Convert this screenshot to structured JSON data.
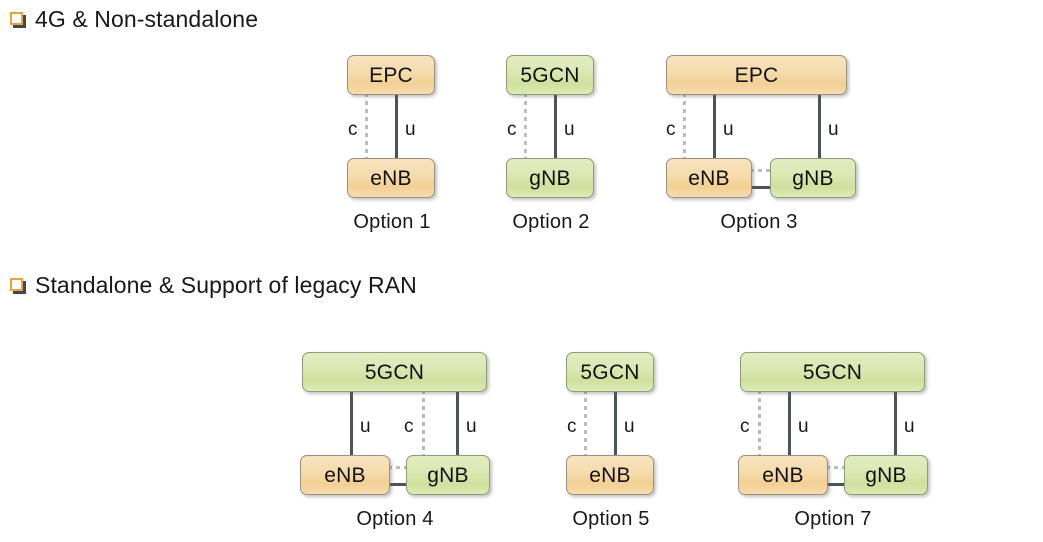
{
  "sections": [
    {
      "id": "sec-4g",
      "bullet_icon": "hollow-square-bullet-icon",
      "heading": "4G & Non-standalone"
    },
    {
      "id": "sec-sa",
      "bullet_icon": "hollow-square-bullet-icon",
      "heading": "Standalone & Support of legacy RAN"
    }
  ],
  "colors": {
    "core_4g_fill": "#f4d69f",
    "core_5g_fill": "#d7e5a8",
    "ran_4g_fill": "#f4d69f",
    "ran_5g_fill": "#d7e5a8",
    "control_plane_line": "#b9bcbe",
    "user_plane_line": "#4d5358",
    "bullet_accent": "#e8a33d",
    "text": "#17181a"
  },
  "legend": {
    "control_plane_symbol": "c",
    "user_plane_symbol": "u"
  },
  "options": [
    {
      "id": "option-1",
      "caption": "Option 1",
      "core": {
        "label": "EPC",
        "kind": "tan"
      },
      "ran": [
        {
          "label": "eNB",
          "kind": "tan"
        }
      ],
      "links": [
        {
          "from": "EPC",
          "to": "eNB",
          "plane": "c",
          "style": "dashed"
        },
        {
          "from": "EPC",
          "to": "eNB",
          "plane": "u",
          "style": "solid"
        }
      ]
    },
    {
      "id": "option-2",
      "caption": "Option 2",
      "core": {
        "label": "5GCN",
        "kind": "green"
      },
      "ran": [
        {
          "label": "gNB",
          "kind": "green"
        }
      ],
      "links": [
        {
          "from": "5GCN",
          "to": "gNB",
          "plane": "c",
          "style": "dashed"
        },
        {
          "from": "5GCN",
          "to": "gNB",
          "plane": "u",
          "style": "solid"
        }
      ]
    },
    {
      "id": "option-3",
      "caption": "Option 3",
      "core": {
        "label": "EPC",
        "kind": "tan"
      },
      "ran": [
        {
          "label": "eNB",
          "kind": "tan"
        },
        {
          "label": "gNB",
          "kind": "green"
        }
      ],
      "links": [
        {
          "from": "EPC",
          "to": "eNB",
          "plane": "c",
          "style": "dashed"
        },
        {
          "from": "EPC",
          "to": "eNB",
          "plane": "u",
          "style": "solid"
        },
        {
          "from": "EPC",
          "to": "gNB",
          "plane": "u",
          "style": "solid"
        },
        {
          "from": "eNB",
          "to": "gNB",
          "plane": "c",
          "style": "dashed"
        },
        {
          "from": "eNB",
          "to": "gNB",
          "plane": "u",
          "style": "solid"
        }
      ]
    },
    {
      "id": "option-4",
      "caption": "Option 4",
      "core": {
        "label": "5GCN",
        "kind": "green"
      },
      "ran": [
        {
          "label": "eNB",
          "kind": "tan"
        },
        {
          "label": "gNB",
          "kind": "green"
        }
      ],
      "links": [
        {
          "from": "5GCN",
          "to": "eNB",
          "plane": "u",
          "style": "solid"
        },
        {
          "from": "5GCN",
          "to": "gNB",
          "plane": "c",
          "style": "dashed"
        },
        {
          "from": "5GCN",
          "to": "gNB",
          "plane": "u",
          "style": "solid"
        },
        {
          "from": "eNB",
          "to": "gNB",
          "plane": "c",
          "style": "dashed"
        },
        {
          "from": "eNB",
          "to": "gNB",
          "plane": "u",
          "style": "solid"
        }
      ]
    },
    {
      "id": "option-5",
      "caption": "Option 5",
      "core": {
        "label": "5GCN",
        "kind": "green"
      },
      "ran": [
        {
          "label": "eNB",
          "kind": "tan"
        }
      ],
      "links": [
        {
          "from": "5GCN",
          "to": "eNB",
          "plane": "c",
          "style": "dashed"
        },
        {
          "from": "5GCN",
          "to": "eNB",
          "plane": "u",
          "style": "solid"
        }
      ]
    },
    {
      "id": "option-7",
      "caption": "Option 7",
      "core": {
        "label": "5GCN",
        "kind": "green"
      },
      "ran": [
        {
          "label": "eNB",
          "kind": "tan"
        },
        {
          "label": "gNB",
          "kind": "green"
        }
      ],
      "links": [
        {
          "from": "5GCN",
          "to": "eNB",
          "plane": "c",
          "style": "dashed"
        },
        {
          "from": "5GCN",
          "to": "eNB",
          "plane": "u",
          "style": "solid"
        },
        {
          "from": "5GCN",
          "to": "gNB",
          "plane": "u",
          "style": "solid"
        },
        {
          "from": "eNB",
          "to": "gNB",
          "plane": "c",
          "style": "dashed"
        },
        {
          "from": "eNB",
          "to": "gNB",
          "plane": "u",
          "style": "solid"
        }
      ]
    }
  ]
}
